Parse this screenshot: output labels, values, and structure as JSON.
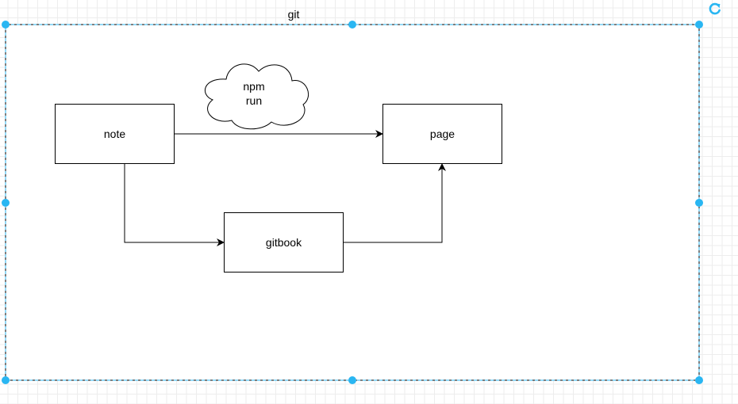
{
  "container": {
    "label": "git"
  },
  "nodes": {
    "note": "note",
    "page": "page",
    "gitbook": "gitbook"
  },
  "cloud": {
    "line1": "npm",
    "line2": "run"
  },
  "colors": {
    "selection": "#29b6f2",
    "stroke": "#000000"
  },
  "icons": {
    "rotate": "rotate-icon"
  }
}
